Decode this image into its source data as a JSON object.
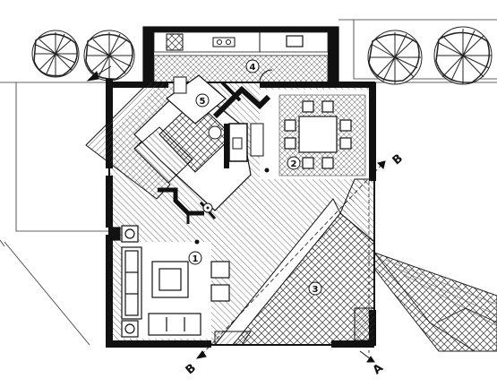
{
  "room_labels": {
    "living": "1",
    "dining": "2",
    "court": "3",
    "kitchen": "4",
    "bath": "5"
  },
  "section_markers": {
    "a_bottom": "A",
    "b_bottom": "B",
    "b_top": "B"
  },
  "colors": {
    "ink": "#111111",
    "paper": "#ffffff",
    "hatch": "#555555"
  }
}
